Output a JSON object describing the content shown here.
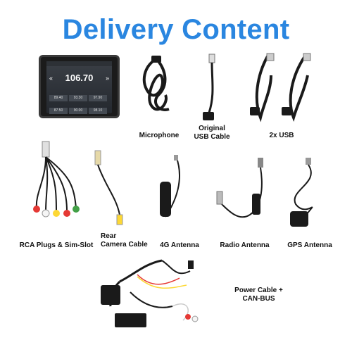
{
  "page": {
    "title": "Delivery Content"
  },
  "head_unit": {
    "frequency": "106.70",
    "presets": [
      "89.40",
      "93.30",
      "97.90",
      "87.50",
      "90.00",
      "98.10"
    ]
  },
  "items": {
    "microphone": "Microphone",
    "original_usb": [
      "Original",
      "USB Cable"
    ],
    "usb": "2x USB",
    "rca": "RCA Plugs & Sim-Slot",
    "rear_camera": [
      "Rear",
      "Camera Cable"
    ],
    "antenna_4g": "4G Antenna",
    "radio_antenna": "Radio Antenna",
    "gps_antenna": "GPS Antenna",
    "power_cable": [
      "Power Cable +",
      "CAN-BUS"
    ]
  },
  "colors": {
    "title": "#2a86e0",
    "cable": "#1a1a1a"
  }
}
